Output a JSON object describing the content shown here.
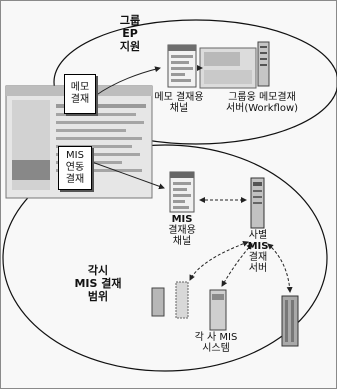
{
  "title_lines": [
    "그룹",
    "EP",
    "지원"
  ],
  "memo_box": {
    "lines": [
      "메모",
      "결재"
    ]
  },
  "mis_box": {
    "lines": [
      "MIS",
      "연동",
      "결재"
    ]
  },
  "labels": {
    "memo_channel": [
      "메모 결재용",
      "채널"
    ],
    "group_server": [
      "그룹웅 메모결재",
      "서버(Workflow)"
    ],
    "mis_channel": [
      "MIS",
      "결재용",
      "채널"
    ],
    "company_server": [
      "사별",
      "MIS",
      "결재",
      "서버"
    ],
    "scope": [
      "각시",
      "MIS 결재",
      "범위"
    ],
    "systems": [
      "각 사 MIS",
      "시스템"
    ]
  }
}
